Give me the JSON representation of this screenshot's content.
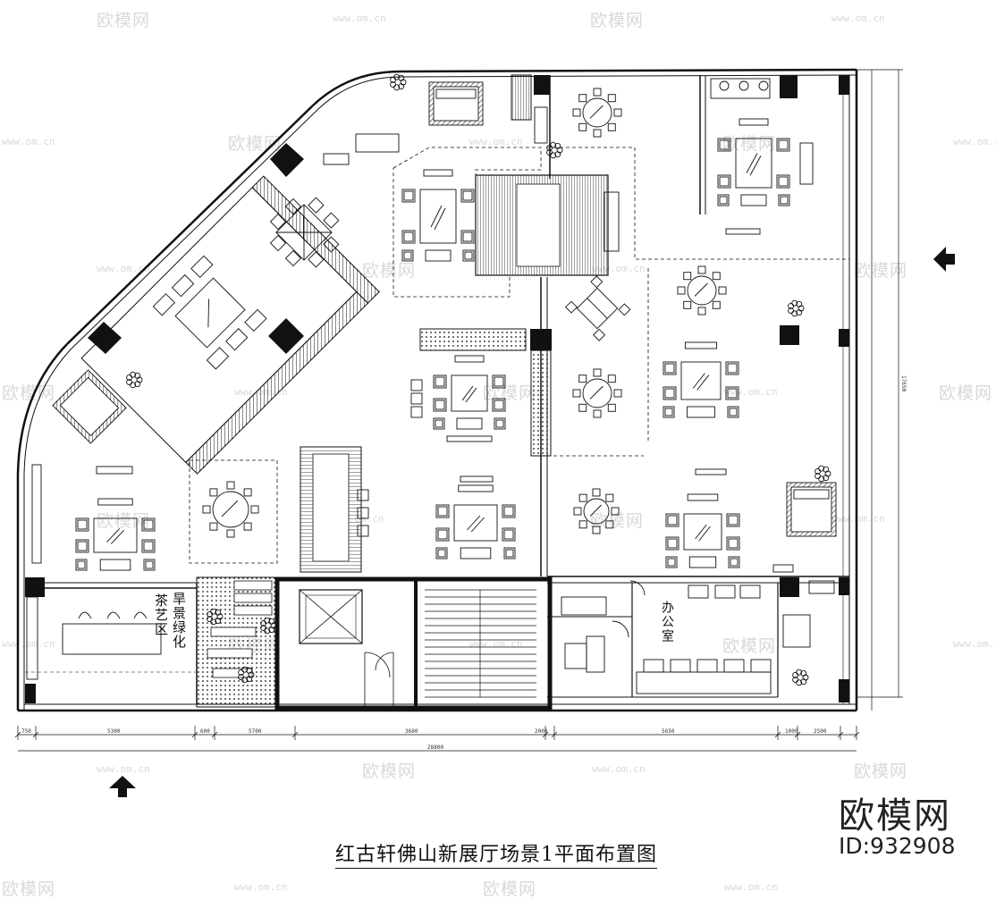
{
  "title": "红古轩佛山新展厅场景1平面布置图",
  "brand": {
    "name": "欧模网",
    "id": "ID:932908"
  },
  "watermark": {
    "text": "欧模网",
    "url": "www.om.cn"
  },
  "rooms": {
    "office": "办公室",
    "garden_line1": "旱景绿化",
    "garden_line2": "茶艺区"
  },
  "dimensions": {
    "bottom": [
      "750",
      "5300",
      "600",
      "5700",
      "3680",
      "2000",
      "5650",
      "1000",
      "2500"
    ],
    "total": "28800",
    "right": "17650"
  },
  "colors": {
    "line": "#111111",
    "watermark": "#d9d9d9",
    "background": "#ffffff"
  }
}
